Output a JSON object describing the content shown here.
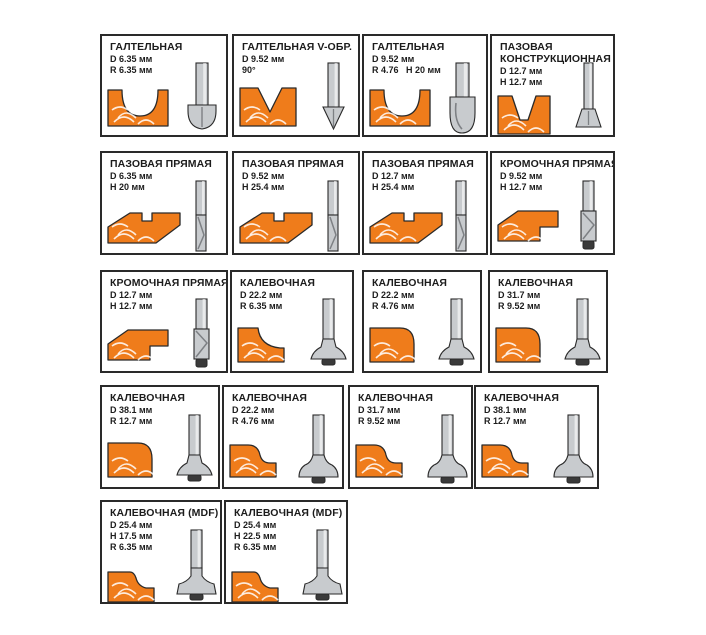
{
  "colors": {
    "wood": "#ef7c1b",
    "grain": "#ffffff",
    "outline": "#2a2a2a",
    "steel": "#c8cbce",
    "steel_dark": "#7d8084",
    "background": "#ffffff"
  },
  "cards": [
    {
      "title": "ГАЛТЕЛЬНАЯ",
      "specs": [
        "D 6.35 мм",
        "R 6.35 мм"
      ],
      "profile": "cove",
      "bit": "cove-small",
      "icon": "router-bit-icon"
    },
    {
      "title": "ГАЛТЕЛЬНАЯ V-ОБР.",
      "specs": [
        "D 9.52 мм",
        "90°"
      ],
      "profile": "v-groove",
      "bit": "v-groove",
      "icon": "router-bit-icon"
    },
    {
      "title": "ГАЛТЕЛЬНАЯ",
      "specs": [
        "D 9.52 мм",
        "R 4.76   H 20 мм"
      ],
      "profile": "cove",
      "bit": "core-box",
      "icon": "router-bit-icon"
    },
    {
      "title": "ПАЗОВАЯ\nКОНСТРУКЦИОННАЯ",
      "specs": [
        "D 12.7 мм",
        "H 12.7 мм"
      ],
      "profile": "dovetail",
      "bit": "dovetail",
      "icon": "router-bit-icon"
    },
    {
      "title": "ПАЗОВАЯ ПРЯМАЯ",
      "specs": [
        "D 6.35 мм",
        "H 20 мм"
      ],
      "profile": "groove",
      "bit": "straight",
      "icon": "router-bit-icon"
    },
    {
      "title": "ПАЗОВАЯ ПРЯМАЯ",
      "specs": [
        "D 9.52 мм",
        "H 25.4 мм"
      ],
      "profile": "groove",
      "bit": "straight",
      "icon": "router-bit-icon"
    },
    {
      "title": "ПАЗОВАЯ ПРЯМАЯ",
      "specs": [
        "D 12.7 мм",
        "H 25.4 мм"
      ],
      "profile": "groove",
      "bit": "straight",
      "icon": "router-bit-icon"
    },
    {
      "title": "КРОМОЧНАЯ ПРЯМАЯ",
      "specs": [
        "D 9.52 мм",
        "H 12.7 мм"
      ],
      "profile": "rabbet",
      "bit": "flush",
      "icon": "router-bit-icon"
    },
    {
      "title": "КРОМОЧНАЯ ПРЯМАЯ",
      "specs": [
        "D 12.7 мм",
        "H 12.7 мм"
      ],
      "profile": "rabbet",
      "bit": "flush",
      "icon": "router-bit-icon"
    },
    {
      "title": "КАЛЕВОЧНАЯ",
      "specs": [
        "D 22.2 мм",
        "R 6.35 мм"
      ],
      "profile": "cove-edge",
      "bit": "roundover",
      "icon": "router-bit-icon"
    },
    {
      "title": "КАЛЕВОЧНАЯ",
      "specs": [
        "D 22.2 мм",
        "R 4.76 мм"
      ],
      "profile": "round",
      "bit": "roundover",
      "icon": "router-bit-icon"
    },
    {
      "title": "КАЛЕВОЧНАЯ",
      "specs": [
        "D 31.7 мм",
        "R 9.52 мм"
      ],
      "profile": "round",
      "bit": "roundover",
      "icon": "router-bit-icon"
    },
    {
      "title": "КАЛЕВОЧНАЯ",
      "specs": [
        "D 38.1 мм",
        "R 12.7 мм"
      ],
      "profile": "round",
      "bit": "roundover",
      "icon": "router-bit-icon"
    },
    {
      "title": "КАЛЕВОЧНАЯ",
      "specs": [
        "D 22.2 мм",
        "R 4.76 мм"
      ],
      "profile": "ogee",
      "bit": "ogee",
      "icon": "router-bit-icon"
    },
    {
      "title": "КАЛЕВОЧНАЯ",
      "specs": [
        "D 31.7 мм",
        "R 9.52 мм"
      ],
      "profile": "ogee",
      "bit": "ogee",
      "icon": "router-bit-icon"
    },
    {
      "title": "КАЛЕВОЧНАЯ",
      "specs": [
        "D 38.1 мм",
        "R 12.7 мм"
      ],
      "profile": "ogee",
      "bit": "ogee",
      "icon": "router-bit-icon"
    },
    {
      "title": "КАЛЕВОЧНАЯ (MDF)",
      "specs": [
        "D 25.4 мм",
        "H 17.5 мм",
        "R 6.35 мм"
      ],
      "profile": "mdf",
      "bit": "mdf",
      "icon": "router-bit-icon"
    },
    {
      "title": "КАЛЕВОЧНАЯ (MDF)",
      "specs": [
        "D 25.4 мм",
        "H 22.5 мм",
        "R 6.35 мм"
      ],
      "profile": "mdf",
      "bit": "mdf",
      "icon": "router-bit-icon"
    }
  ]
}
